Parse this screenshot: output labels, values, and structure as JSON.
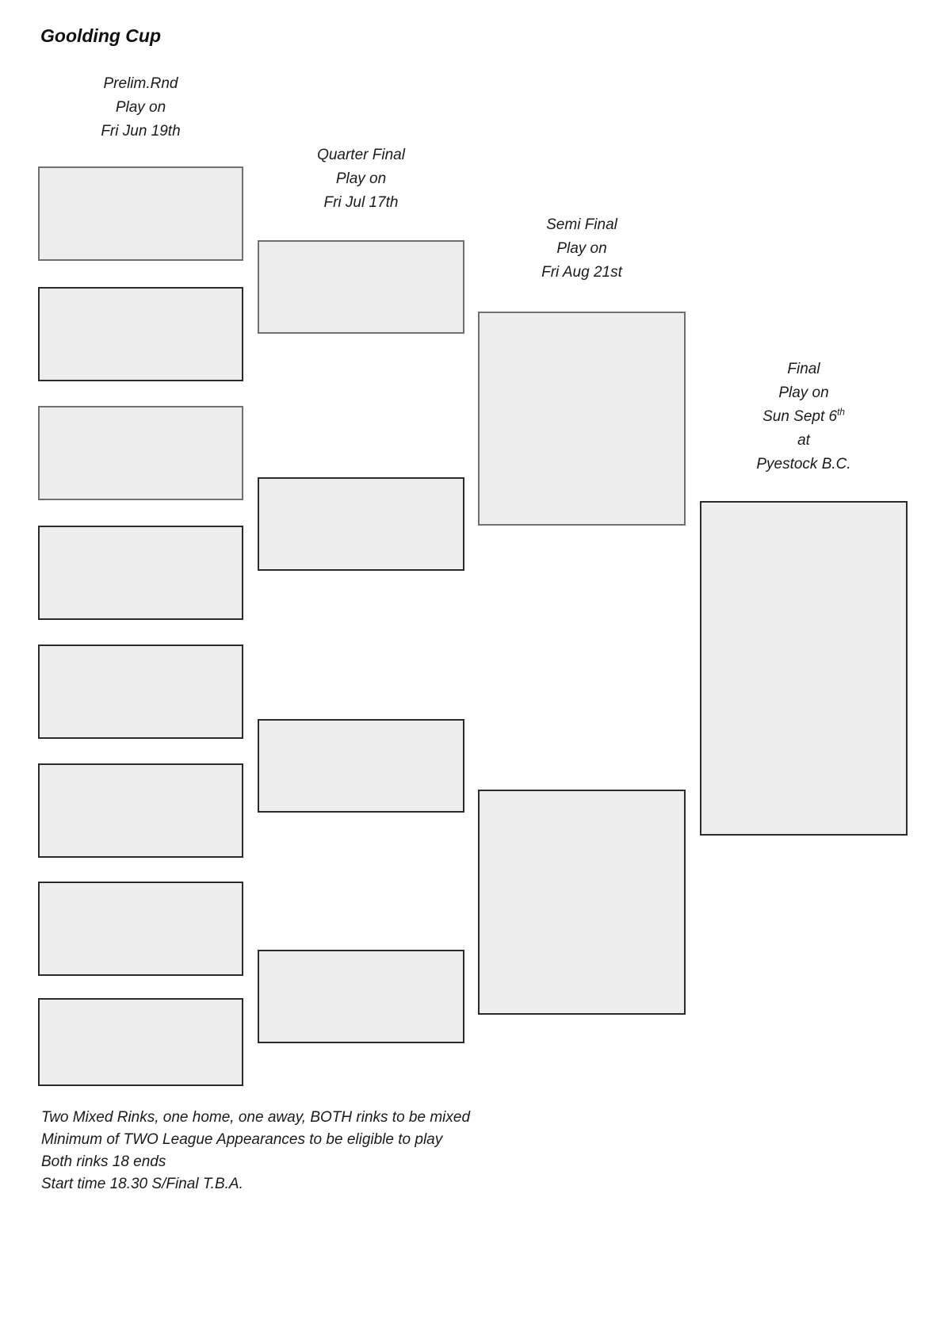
{
  "page": {
    "title": "Goolding Cup"
  },
  "rounds": {
    "prelim": {
      "header": [
        "Prelim.Rnd",
        "Play on",
        "Fri Jun 19th"
      ],
      "slots": 8
    },
    "quarter": {
      "header": [
        "Quarter Final",
        "Play on",
        "Fri Jul 17th"
      ],
      "slots": 4
    },
    "semi": {
      "header": [
        "Semi Final",
        "Play on",
        "Fri Aug 21st"
      ],
      "slots": 2
    },
    "final": {
      "header_line1": "Final",
      "header_line2": "Play on",
      "header_line3_base": "Sun Sept 6",
      "header_line3_sup": "th",
      "header_line4": "at",
      "header_line5": "Pyestock B.C.",
      "slots": 1
    }
  },
  "notes": {
    "line1": "Two Mixed Rinks, one home, one away, BOTH rinks to be mixed",
    "line2": "Minimum of TWO League Appearances to be eligible to play",
    "line3": "Both rinks 18 ends",
    "line4": "Start time 18.30 S/Final T.B.A."
  },
  "colors": {
    "page_bg": "#ffffff",
    "box_fill": "#ededed",
    "box_border_dark": "#2b2b2b",
    "box_border_light": "#6f6f6f",
    "text": "#1a1a1a"
  }
}
